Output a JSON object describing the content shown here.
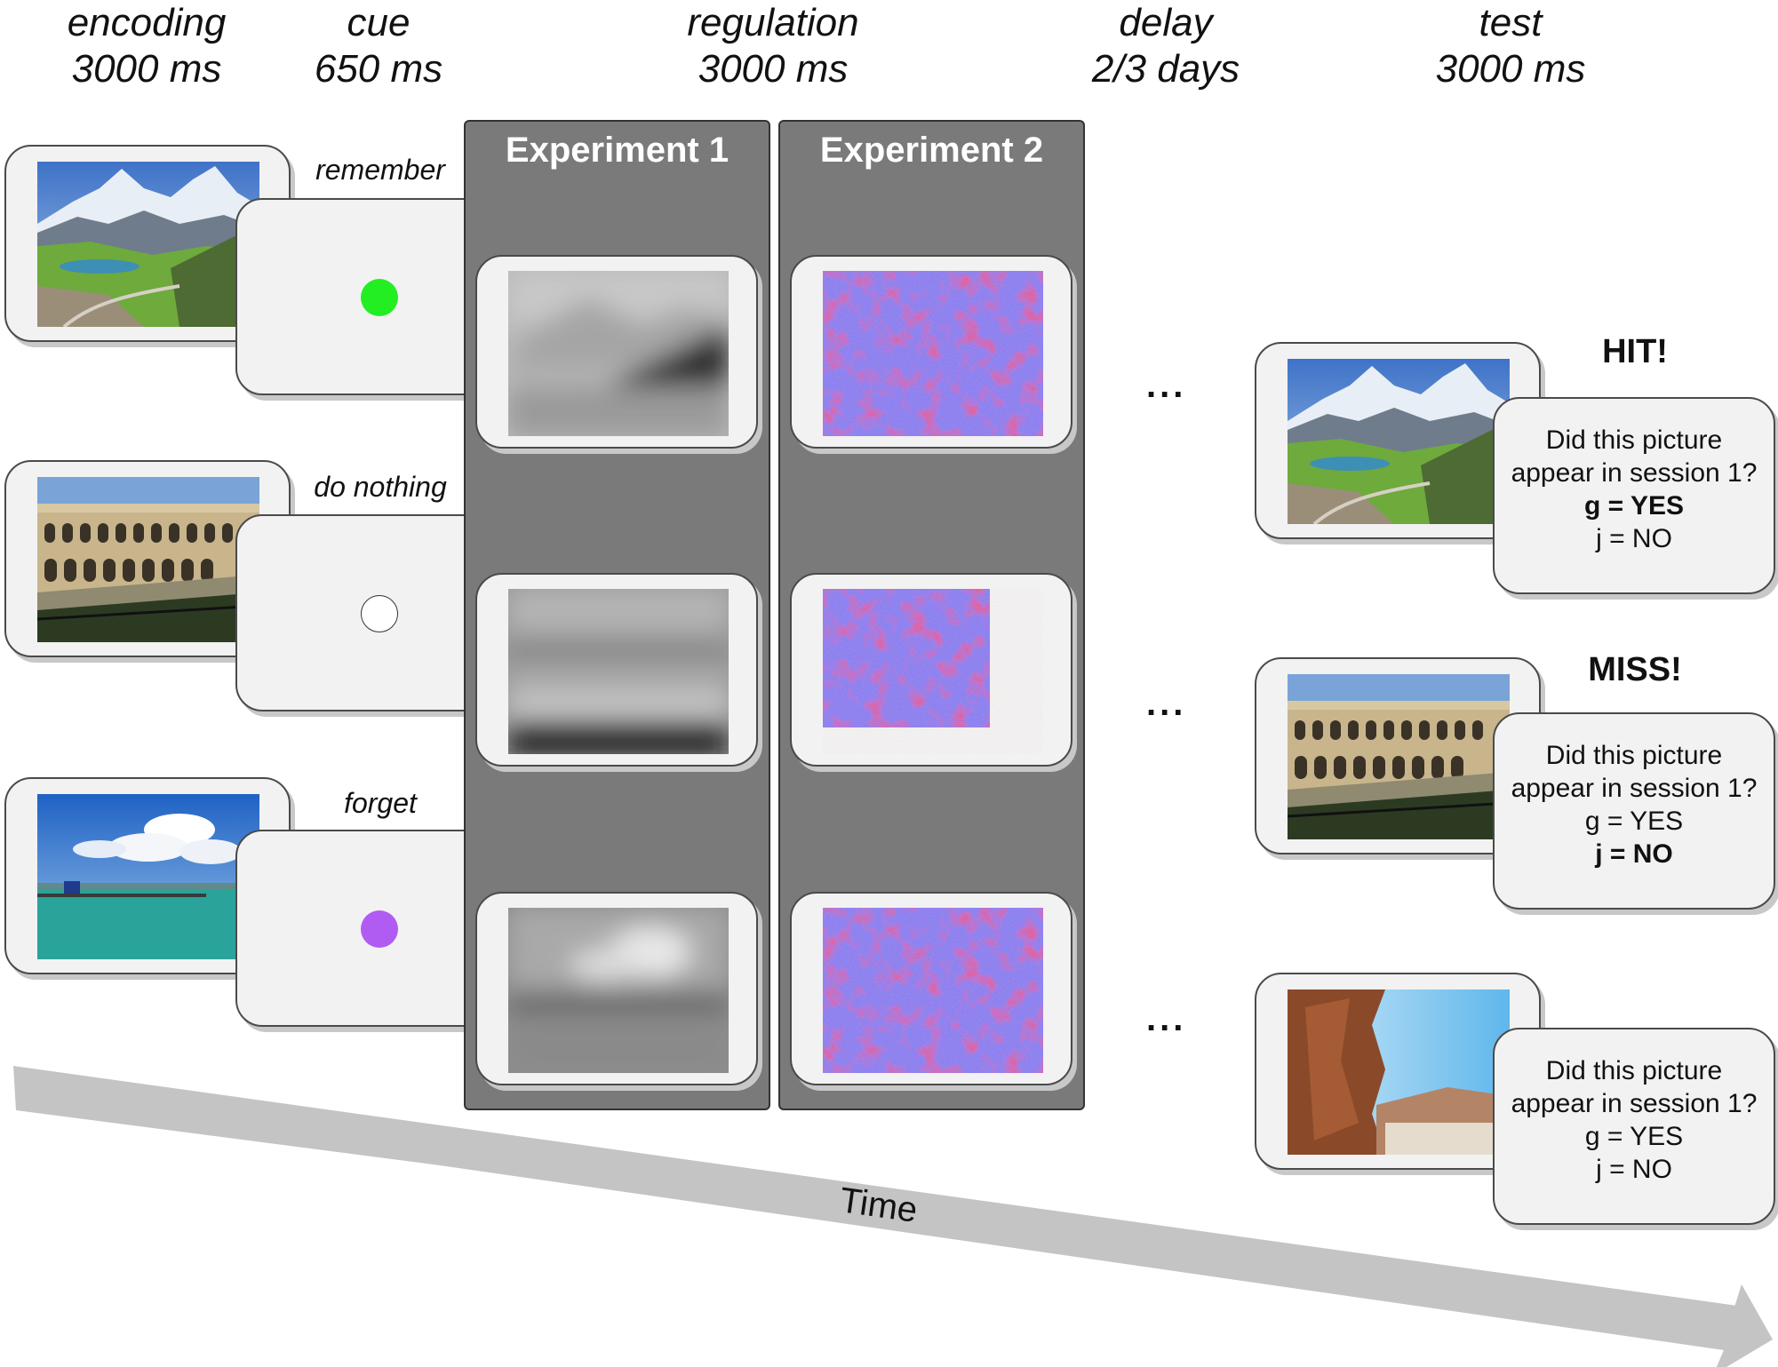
{
  "phases": [
    {
      "name": "encoding",
      "duration": "3000 ms"
    },
    {
      "name": "cue",
      "duration": "650 ms"
    },
    {
      "name": "regulation",
      "duration": "3000 ms"
    },
    {
      "name": "delay",
      "duration": "2/3 days"
    },
    {
      "name": "test",
      "duration": "3000 ms"
    }
  ],
  "cues": [
    {
      "label": "remember",
      "color": "#22ee22"
    },
    {
      "label": "do nothing",
      "color": "#ffffff"
    },
    {
      "label": "forget",
      "color": "#b05cf2"
    }
  ],
  "experiments": [
    "Experiment 1",
    "Experiment 2"
  ],
  "ellipsis": "...",
  "test_trials": [
    {
      "outcome": "HIT!",
      "q1": "Did this picture",
      "q2": "appear in session 1?",
      "yes": "g = YES",
      "no": "j = NO"
    },
    {
      "outcome": "MISS!",
      "q1": "Did this picture",
      "q2": "appear in session 1?",
      "yes": "g = YES",
      "no": "j = NO"
    },
    {
      "outcome": "",
      "q1": "Did this picture",
      "q2": "appear in session 1?",
      "yes": "g = YES",
      "no": "j = NO"
    }
  ],
  "time_label": "Time",
  "colors": {
    "panel": "#7a7a7a",
    "card": "#f2f2f2",
    "arrow": "#c4c4c4",
    "noise_base": "#8a7ef0",
    "noise_spot": "#b0285a"
  }
}
